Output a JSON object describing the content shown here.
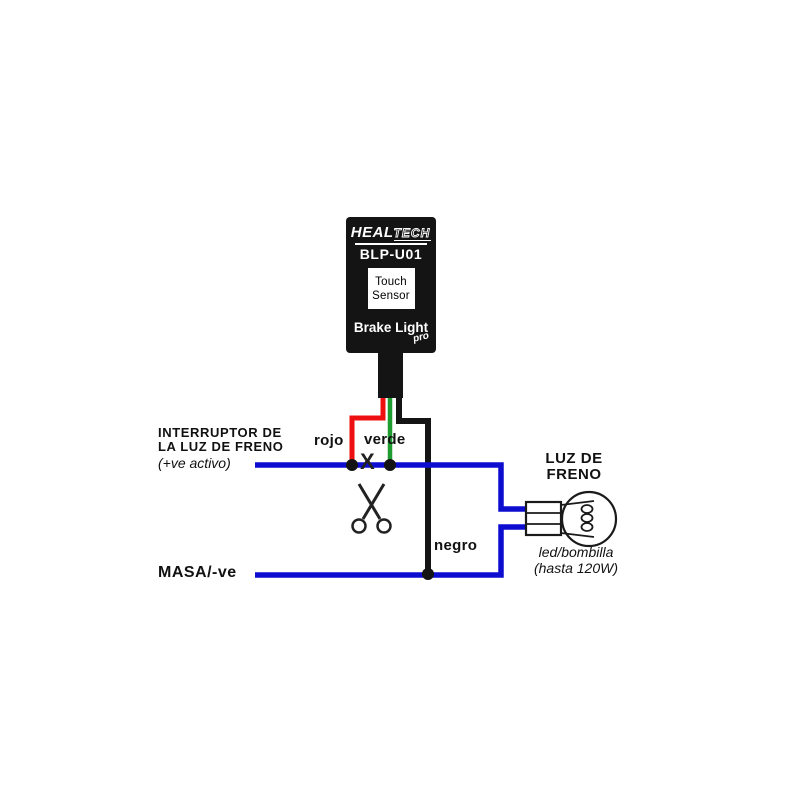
{
  "device": {
    "brand_heal": "HEAL",
    "brand_tech": "TECH",
    "model": "BLP-U01",
    "sensor_line1": "Touch",
    "sensor_line2": "Sensor",
    "product_name": "Brake Light",
    "product_suffix": "pro"
  },
  "labels": {
    "switch_line1": "INTERRUPTOR DE",
    "switch_line2": "LA LUZ DE FRENO",
    "switch_line3": "(+ve activo)",
    "wire_red": "rojo",
    "wire_green": "verde",
    "wire_black": "negro",
    "ground": "MASA/-ve",
    "brake_light_line1": "LUZ DE",
    "brake_light_line2": "FRENO",
    "bulb_line1": "led/bombilla",
    "bulb_line2": "(hasta 120W)",
    "cut_marker": "X"
  },
  "colors": {
    "wire_red": "#ee1010",
    "wire_green": "#1f9c2f",
    "wire_blue": "#0d0dd0",
    "wire_black": "#141414",
    "device_bg": "#141414",
    "outline": "#1a1a1a"
  },
  "icons": {
    "scissors": "scissors-icon",
    "bulb": "light-bulb-icon"
  }
}
